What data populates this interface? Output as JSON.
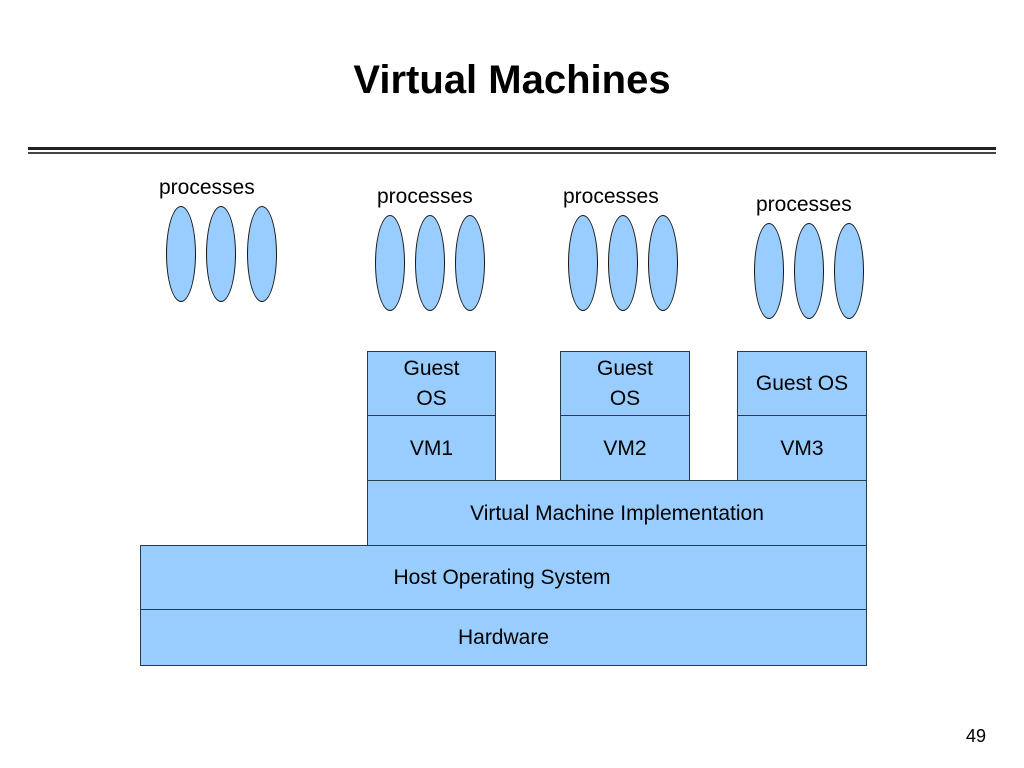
{
  "slide": {
    "title": "Virtual Machines",
    "page_number": "49"
  },
  "diagram": {
    "process_groups": [
      {
        "label": "processes",
        "count": 3
      },
      {
        "label": "processes",
        "count": 3
      },
      {
        "label": "processes",
        "count": 3
      },
      {
        "label": "processes",
        "count": 3
      }
    ],
    "guest_os": [
      "Guest OS",
      "Guest OS",
      "Guest OS"
    ],
    "vms": [
      "VM1",
      "VM2",
      "VM3"
    ],
    "vm_implementation": "Virtual Machine Implementation",
    "host_os": "Host Operating System",
    "hardware": "Hardware",
    "fill_color": "#99ccff"
  }
}
